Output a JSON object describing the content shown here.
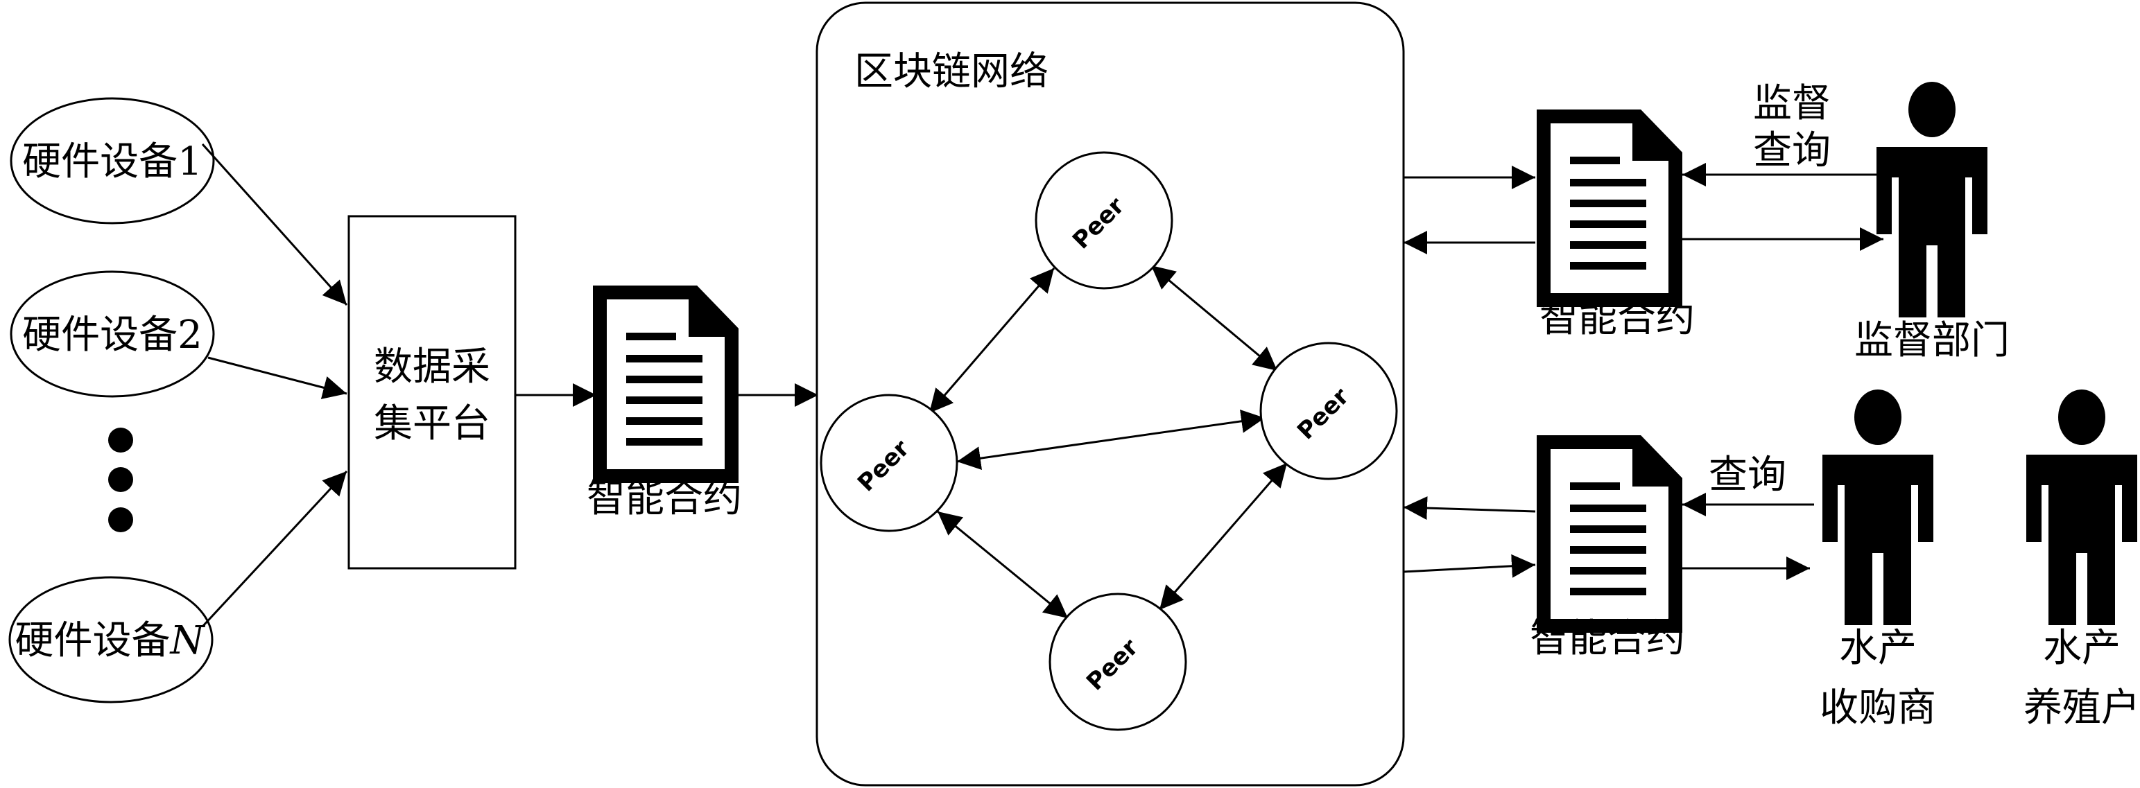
{
  "hardware": {
    "device1": "硬件设备1",
    "device2": "硬件设备2",
    "deviceN_prefix": "硬件设备",
    "deviceN_suffix": "N"
  },
  "platform": {
    "line1": "数据采",
    "line2": "集平台"
  },
  "contract_left_label": "智能合约",
  "network": {
    "title": "区块链网络",
    "peer_label": "Peer"
  },
  "contract_top_label": "智能合约",
  "contract_bottom_label": "智能合约",
  "regulator": {
    "action_line1": "监督",
    "action_line2": "查询",
    "name": "监督部门"
  },
  "buyer": {
    "action": "查询",
    "line1": "水产",
    "line2": "收购商"
  },
  "farmer": {
    "line1": "水产",
    "line2": "养殖户"
  },
  "icons": {
    "document": "smart-contract-document-icon",
    "person": "person-silhouette-icon",
    "ellipsis": "vertical-ellipsis-icon"
  }
}
